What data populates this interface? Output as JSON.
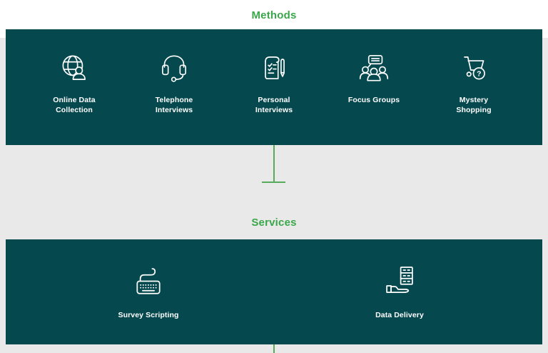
{
  "colors": {
    "panel_teal": "#05494f",
    "accent_green": "#3aa74a",
    "connector_green": "#57ac5c",
    "content_background": "#e9e9e9",
    "label_white": "#ffffff"
  },
  "sections": [
    {
      "title": "Methods",
      "items": [
        {
          "label": "Online Data\nCollection",
          "icon": "globe-user-icon"
        },
        {
          "label": "Telephone\nInterviews",
          "icon": "headset-icon"
        },
        {
          "label": "Personal\nInterviews",
          "icon": "checklist-pen-icon"
        },
        {
          "label": "Focus Groups",
          "icon": "group-chat-icon"
        },
        {
          "label": "Mystery\nShopping",
          "icon": "cart-question-icon"
        }
      ]
    },
    {
      "title": "Services",
      "items": [
        {
          "label": "Survey Scripting",
          "icon": "keyboard-cable-icon"
        },
        {
          "label": "Data Delivery",
          "icon": "server-hand-icon"
        }
      ]
    }
  ],
  "question_mark": "?"
}
